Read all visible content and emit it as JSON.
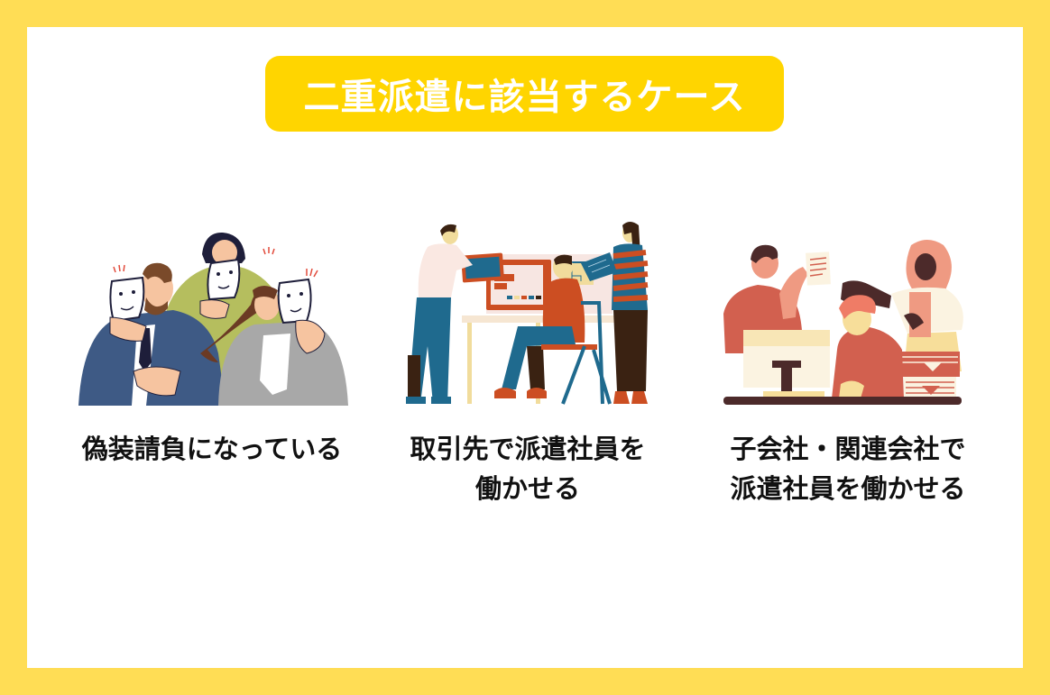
{
  "title": "二重派遣に該当するケース",
  "colors": {
    "border": "#FFDD55",
    "banner": "#FFD500",
    "background": "#FFFFFF",
    "text": "#111111",
    "title_text": "#FFFFFF"
  },
  "cases": [
    {
      "illustration": "people-holding-masks-illustration",
      "caption_lines": [
        "偽装請負になっている"
      ]
    },
    {
      "illustration": "office-team-at-computer-illustration",
      "caption_lines": [
        "取引先で派遣社員を",
        "働かせる"
      ]
    },
    {
      "illustration": "frustrated-coworkers-at-desk-illustration",
      "caption_lines": [
        "子会社・関連会社で",
        "派遣社員を働かせる"
      ]
    }
  ]
}
